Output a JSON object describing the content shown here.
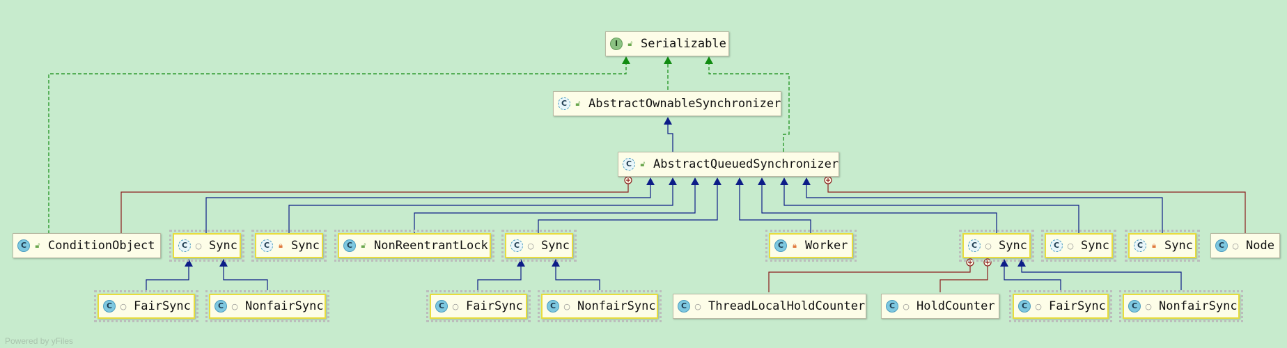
{
  "diagram": {
    "nodes": {
      "serializable": {
        "label": "Serializable",
        "kind": "I",
        "modifier": "public"
      },
      "aos": {
        "label": "AbstractOwnableSynchronizer",
        "kind": "C",
        "modifier": "public"
      },
      "aqs": {
        "label": "AbstractQueuedSynchronizer",
        "kind": "C",
        "modifier": "public"
      },
      "condition_object": {
        "label": "ConditionObject",
        "kind": "C",
        "modifier": "public"
      },
      "sync1": {
        "label": "Sync",
        "kind": "C",
        "modifier": "package"
      },
      "sync2": {
        "label": "Sync",
        "kind": "C",
        "modifier": "private"
      },
      "nonreentrant_lock": {
        "label": "NonReentrantLock",
        "kind": "C",
        "modifier": "public"
      },
      "sync3": {
        "label": "Sync",
        "kind": "C",
        "modifier": "package"
      },
      "worker": {
        "label": "Worker",
        "kind": "C",
        "modifier": "private"
      },
      "sync4": {
        "label": "Sync",
        "kind": "C",
        "modifier": "package"
      },
      "sync5": {
        "label": "Sync",
        "kind": "C",
        "modifier": "package"
      },
      "sync6": {
        "label": "Sync",
        "kind": "C",
        "modifier": "private"
      },
      "node": {
        "label": "Node",
        "kind": "C",
        "modifier": "package"
      },
      "fairsync1": {
        "label": "FairSync",
        "kind": "C",
        "modifier": "package"
      },
      "nonfairsync1": {
        "label": "NonfairSync",
        "kind": "C",
        "modifier": "package"
      },
      "fairsync2": {
        "label": "FairSync",
        "kind": "C",
        "modifier": "package"
      },
      "nonfairsync2": {
        "label": "NonfairSync",
        "kind": "C",
        "modifier": "package"
      },
      "thread_local_hold_counter": {
        "label": "ThreadLocalHoldCounter",
        "kind": "C",
        "modifier": "package"
      },
      "hold_counter": {
        "label": "HoldCounter",
        "kind": "C",
        "modifier": "package"
      },
      "fairsync3": {
        "label": "FairSync",
        "kind": "C",
        "modifier": "package"
      },
      "nonfairsync3": {
        "label": "NonfairSync",
        "kind": "C",
        "modifier": "package"
      }
    },
    "edge_colors": {
      "extends": "#0d1c87",
      "implements": "#118b11",
      "inner": "#8b1c1c"
    }
  },
  "footer": "Powered by yFiles"
}
